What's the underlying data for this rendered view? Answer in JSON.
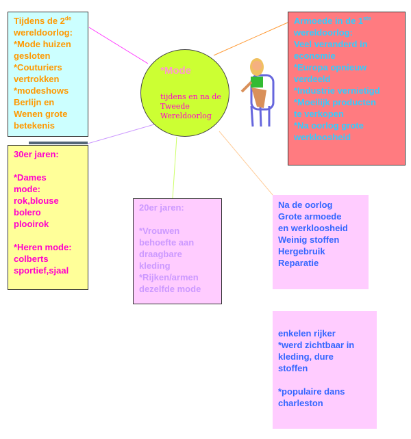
{
  "center": {
    "title": "*Mode",
    "subtitle": "tijdens en na de\nTweede\nWereldoorlog"
  },
  "ww2_box": {
    "title_pre": "Tijdens de 2",
    "title_sup": "de",
    "text": "wereldoorlog:\n*Mode huizen\ngesloten\n*Couturiers\nvertrokken\n*modeshows\nBerlijn en\nWenen grote\nbetekenis"
  },
  "ww1_box": {
    "title_pre": "Armoede in de 1",
    "title_sup": "ste",
    "text": "wereldoorlog:\nVeel veranderd in\neconomie\n*Europa opnieuw\nverdeeld\n*Industrie vernietigd\n*Moeilijk producten\nte verkopen\n*Na oorlog grote\nwerkloosheid"
  },
  "thirties_box": {
    "text": "30er jaren:\n\n*Dames\nmode:\nrok,blouse\nbolero\nplooirok\n\n*Heren mode:\ncolberts\nsportief,sjaal"
  },
  "twenties_box": {
    "text": "20er jaren:\n\n*Vrouwen\nbehoefte aan\ndraagbare\nkleding\n*Rijken/armen\ndezelfde mode"
  },
  "after_war_box": {
    "text": "Na de oorlog\nGrote armoede\nen werkloosheid\nWeinig stoffen\nHergebruik\nReparatie"
  },
  "rich_box": {
    "text": "enkelen rijker\n*werd zichtbaar in\nkleding, dure\nstoffen\n\n*populaire dans\ncharleston"
  },
  "colors": {
    "ellipse": "#ccff33",
    "cyan_box": "#ccffff",
    "yellow_box": "#ffff99",
    "pink_box": "#ffccff",
    "red_box": "#ff7b80"
  }
}
